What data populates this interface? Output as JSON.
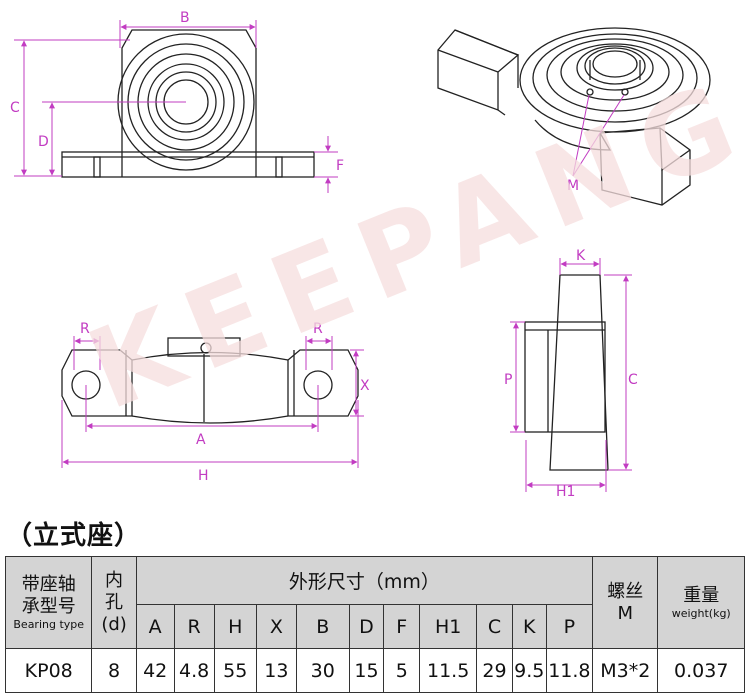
{
  "drawing": {
    "watermark": "KEEPANG",
    "labels": {
      "B": "B",
      "C": "C",
      "D": "D",
      "F": "F",
      "M": "M",
      "R": "R",
      "X": "X",
      "A": "A",
      "H": "H",
      "K": "K",
      "P": "P",
      "H1": "H1"
    },
    "accent_color": "#c23cc2"
  },
  "section_title": "（立式座）",
  "table": {
    "header": {
      "model_cn_line1": "带座轴",
      "model_cn_line2": "承型号",
      "model_en": "Bearing type",
      "bore_cn_1": "内",
      "bore_cn_2": "孔",
      "bore_d": "(d)",
      "dims_title": "外形尺寸（mm）",
      "screw_cn": "螺丝",
      "screw_m": "M",
      "weight_cn": "重量",
      "weight_en": "weight(kg)",
      "dim_cols": [
        "A",
        "R",
        "H",
        "X",
        "B",
        "D",
        "F",
        "H1",
        "C",
        "K",
        "P"
      ]
    },
    "rows": [
      {
        "model": "KP08",
        "bore": "8",
        "dims": [
          "42",
          "4.8",
          "55",
          "13",
          "30",
          "15",
          "5",
          "11.5",
          "29",
          "9.5",
          "11.8"
        ],
        "screw": "M3*2",
        "weight": "0.037"
      }
    ]
  }
}
